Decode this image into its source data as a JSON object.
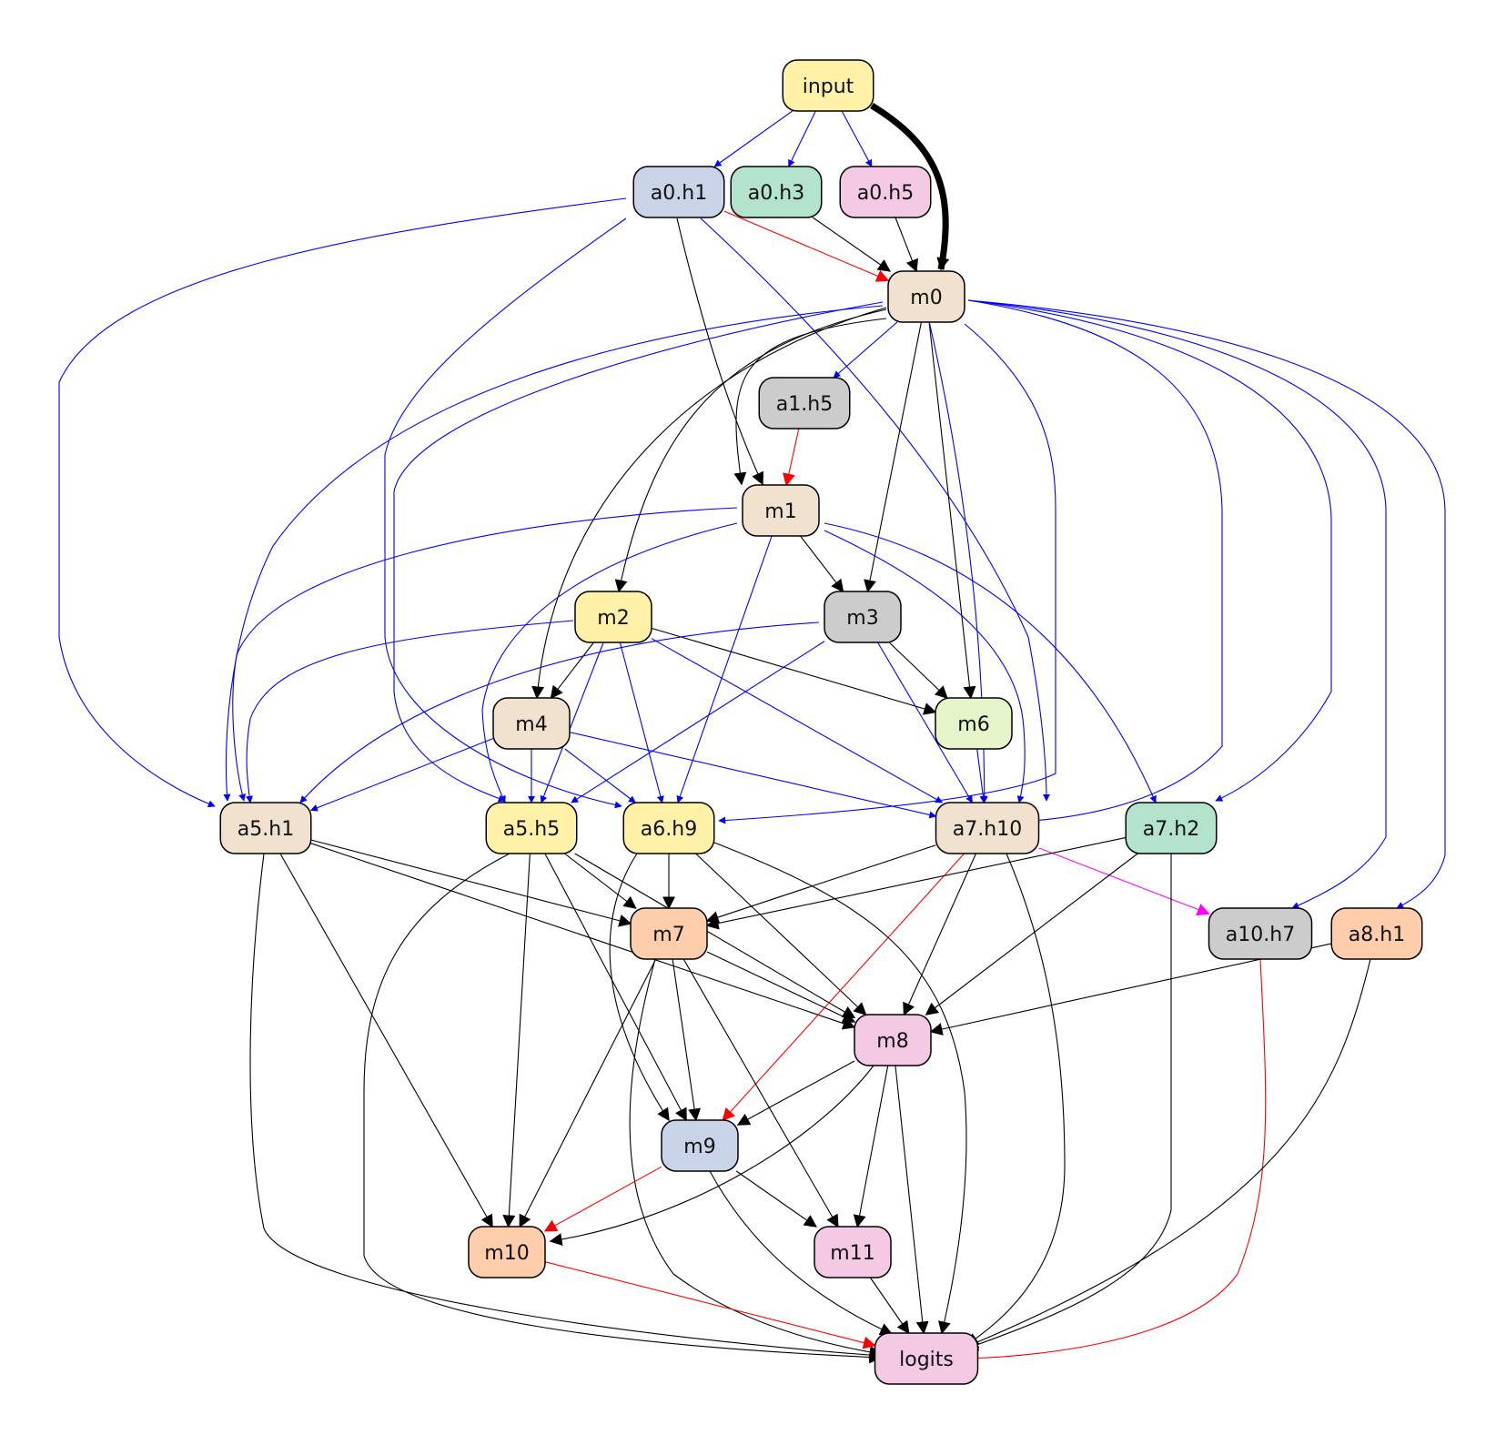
{
  "colors": {
    "edge_positive": "#0000ff",
    "edge_neutral": "#000000",
    "edge_negative": "#ff0000",
    "edge_magenta": "#ff00ff"
  },
  "nodes": [
    {
      "id": "input",
      "label": "input",
      "fill": "#fff1a8"
    },
    {
      "id": "a0.h1",
      "label": "a0.h1",
      "fill": "#c9d4e8"
    },
    {
      "id": "a0.h3",
      "label": "a0.h3",
      "fill": "#b3e2cd"
    },
    {
      "id": "a0.h5",
      "label": "a0.h5",
      "fill": "#f4c9e4"
    },
    {
      "id": "m0",
      "label": "m0",
      "fill": "#f0e2cf"
    },
    {
      "id": "a1.h5",
      "label": "a1.h5",
      "fill": "#cccccc"
    },
    {
      "id": "m1",
      "label": "m1",
      "fill": "#f0e2cf"
    },
    {
      "id": "m2",
      "label": "m2",
      "fill": "#fff1a8"
    },
    {
      "id": "m3",
      "label": "m3",
      "fill": "#cccccc"
    },
    {
      "id": "m4",
      "label": "m4",
      "fill": "#f0e2cf"
    },
    {
      "id": "m6",
      "label": "m6",
      "fill": "#e5f5c9"
    },
    {
      "id": "a5.h1",
      "label": "a5.h1",
      "fill": "#f0e2cf"
    },
    {
      "id": "a5.h5",
      "label": "a5.h5",
      "fill": "#fff1a8"
    },
    {
      "id": "a6.h9",
      "label": "a6.h9",
      "fill": "#fff1a8"
    },
    {
      "id": "a7.h10",
      "label": "a7.h10",
      "fill": "#f0e2cf"
    },
    {
      "id": "a7.h2",
      "label": "a7.h2",
      "fill": "#b3e2cd"
    },
    {
      "id": "m7",
      "label": "m7",
      "fill": "#fdcdac"
    },
    {
      "id": "a10.h7",
      "label": "a10.h7",
      "fill": "#cccccc"
    },
    {
      "id": "a8.h1",
      "label": "a8.h1",
      "fill": "#fdcdac"
    },
    {
      "id": "m8",
      "label": "m8",
      "fill": "#f4c9e4"
    },
    {
      "id": "m9",
      "label": "m9",
      "fill": "#c9d4e8"
    },
    {
      "id": "m10",
      "label": "m10",
      "fill": "#fdcdac"
    },
    {
      "id": "m11",
      "label": "m11",
      "fill": "#f4c9e4"
    },
    {
      "id": "logits",
      "label": "logits",
      "fill": "#f4c9e4"
    }
  ],
  "edges": [
    {
      "from": "input",
      "to": "m0",
      "type": "neutral",
      "weight": "heavy"
    },
    {
      "from": "input",
      "to": "a0.h1",
      "type": "positive"
    },
    {
      "from": "input",
      "to": "a0.h3",
      "type": "positive"
    },
    {
      "from": "input",
      "to": "a0.h5",
      "type": "positive"
    },
    {
      "from": "a0.h1",
      "to": "m0",
      "type": "negative"
    },
    {
      "from": "a0.h3",
      "to": "m0",
      "type": "neutral"
    },
    {
      "from": "a0.h5",
      "to": "m0",
      "type": "neutral"
    },
    {
      "from": "a0.h1",
      "to": "m1",
      "type": "neutral"
    },
    {
      "from": "a0.h1",
      "to": "a5.h1",
      "type": "positive"
    },
    {
      "from": "a0.h1",
      "to": "a6.h9",
      "type": "positive"
    },
    {
      "from": "a0.h1",
      "to": "a7.h10",
      "type": "positive"
    },
    {
      "from": "m0",
      "to": "a1.h5",
      "type": "positive"
    },
    {
      "from": "m0",
      "to": "m1",
      "type": "neutral"
    },
    {
      "from": "m0",
      "to": "m2",
      "type": "neutral"
    },
    {
      "from": "m0",
      "to": "m3",
      "type": "neutral"
    },
    {
      "from": "m0",
      "to": "m4",
      "type": "neutral"
    },
    {
      "from": "m0",
      "to": "m6",
      "type": "neutral"
    },
    {
      "from": "m0",
      "to": "a5.h1",
      "type": "positive"
    },
    {
      "from": "m0",
      "to": "a5.h5",
      "type": "positive"
    },
    {
      "from": "m0",
      "to": "a6.h9",
      "type": "positive"
    },
    {
      "from": "m0",
      "to": "a7.h10",
      "type": "positive"
    },
    {
      "from": "m0",
      "to": "a7.h2",
      "type": "positive"
    },
    {
      "from": "m0",
      "to": "a10.h7",
      "type": "positive"
    },
    {
      "from": "m0",
      "to": "a8.h1",
      "type": "positive"
    },
    {
      "from": "m0",
      "to": "a7.h10",
      "type": "positive"
    },
    {
      "from": "a1.h5",
      "to": "m1",
      "type": "negative"
    },
    {
      "from": "m1",
      "to": "m3",
      "type": "neutral"
    },
    {
      "from": "m1",
      "to": "a5.h1",
      "type": "positive"
    },
    {
      "from": "m1",
      "to": "a5.h5",
      "type": "positive"
    },
    {
      "from": "m1",
      "to": "a6.h9",
      "type": "positive"
    },
    {
      "from": "m1",
      "to": "a7.h10",
      "type": "positive"
    },
    {
      "from": "m1",
      "to": "a7.h2",
      "type": "positive"
    },
    {
      "from": "m2",
      "to": "m4",
      "type": "neutral"
    },
    {
      "from": "m2",
      "to": "m6",
      "type": "neutral"
    },
    {
      "from": "m2",
      "to": "a5.h1",
      "type": "positive"
    },
    {
      "from": "m2",
      "to": "a5.h5",
      "type": "positive"
    },
    {
      "from": "m2",
      "to": "a6.h9",
      "type": "positive"
    },
    {
      "from": "m2",
      "to": "a7.h10",
      "type": "positive"
    },
    {
      "from": "m3",
      "to": "m6",
      "type": "neutral"
    },
    {
      "from": "m3",
      "to": "a5.h1",
      "type": "positive"
    },
    {
      "from": "m3",
      "to": "a5.h5",
      "type": "positive"
    },
    {
      "from": "m3",
      "to": "a7.h10",
      "type": "positive"
    },
    {
      "from": "m4",
      "to": "a5.h1",
      "type": "positive"
    },
    {
      "from": "m4",
      "to": "a5.h5",
      "type": "positive"
    },
    {
      "from": "m4",
      "to": "a6.h9",
      "type": "positive"
    },
    {
      "from": "m4",
      "to": "a7.h10",
      "type": "positive"
    },
    {
      "from": "m6",
      "to": "a7.h10",
      "type": "positive"
    },
    {
      "from": "a5.h1",
      "to": "m7",
      "type": "neutral"
    },
    {
      "from": "a5.h1",
      "to": "m8",
      "type": "neutral"
    },
    {
      "from": "a5.h1",
      "to": "m10",
      "type": "neutral"
    },
    {
      "from": "a5.h1",
      "to": "logits",
      "type": "neutral"
    },
    {
      "from": "a5.h5",
      "to": "m7",
      "type": "neutral"
    },
    {
      "from": "a5.h5",
      "to": "m8",
      "type": "neutral"
    },
    {
      "from": "a5.h5",
      "to": "m9",
      "type": "neutral"
    },
    {
      "from": "a5.h5",
      "to": "m10",
      "type": "neutral"
    },
    {
      "from": "a5.h5",
      "to": "logits",
      "type": "neutral"
    },
    {
      "from": "a6.h9",
      "to": "m7",
      "type": "neutral"
    },
    {
      "from": "a6.h9",
      "to": "m8",
      "type": "neutral"
    },
    {
      "from": "a6.h9",
      "to": "m9",
      "type": "neutral"
    },
    {
      "from": "a6.h9",
      "to": "logits",
      "type": "neutral"
    },
    {
      "from": "a7.h10",
      "to": "m7",
      "type": "neutral"
    },
    {
      "from": "a7.h10",
      "to": "m8",
      "type": "neutral"
    },
    {
      "from": "a7.h10",
      "to": "m9",
      "type": "negative"
    },
    {
      "from": "a7.h10",
      "to": "a10.h7",
      "type": "magenta"
    },
    {
      "from": "a7.h10",
      "to": "logits",
      "type": "neutral"
    },
    {
      "from": "a7.h2",
      "to": "m7",
      "type": "neutral"
    },
    {
      "from": "a7.h2",
      "to": "m8",
      "type": "neutral"
    },
    {
      "from": "a7.h2",
      "to": "logits",
      "type": "neutral"
    },
    {
      "from": "a10.h7",
      "to": "logits",
      "type": "negative"
    },
    {
      "from": "a8.h1",
      "to": "m8",
      "type": "neutral"
    },
    {
      "from": "a8.h1",
      "to": "logits",
      "type": "neutral"
    },
    {
      "from": "m7",
      "to": "m8",
      "type": "neutral"
    },
    {
      "from": "m7",
      "to": "m9",
      "type": "neutral"
    },
    {
      "from": "m7",
      "to": "m10",
      "type": "neutral"
    },
    {
      "from": "m7",
      "to": "m11",
      "type": "neutral"
    },
    {
      "from": "m7",
      "to": "logits",
      "type": "neutral"
    },
    {
      "from": "m8",
      "to": "m9",
      "type": "neutral"
    },
    {
      "from": "m8",
      "to": "m10",
      "type": "neutral"
    },
    {
      "from": "m8",
      "to": "m11",
      "type": "neutral"
    },
    {
      "from": "m8",
      "to": "logits",
      "type": "neutral"
    },
    {
      "from": "m9",
      "to": "m10",
      "type": "negative"
    },
    {
      "from": "m9",
      "to": "m11",
      "type": "neutral"
    },
    {
      "from": "m9",
      "to": "logits",
      "type": "neutral"
    },
    {
      "from": "m10",
      "to": "logits",
      "type": "negative"
    },
    {
      "from": "m11",
      "to": "logits",
      "type": "neutral"
    }
  ]
}
